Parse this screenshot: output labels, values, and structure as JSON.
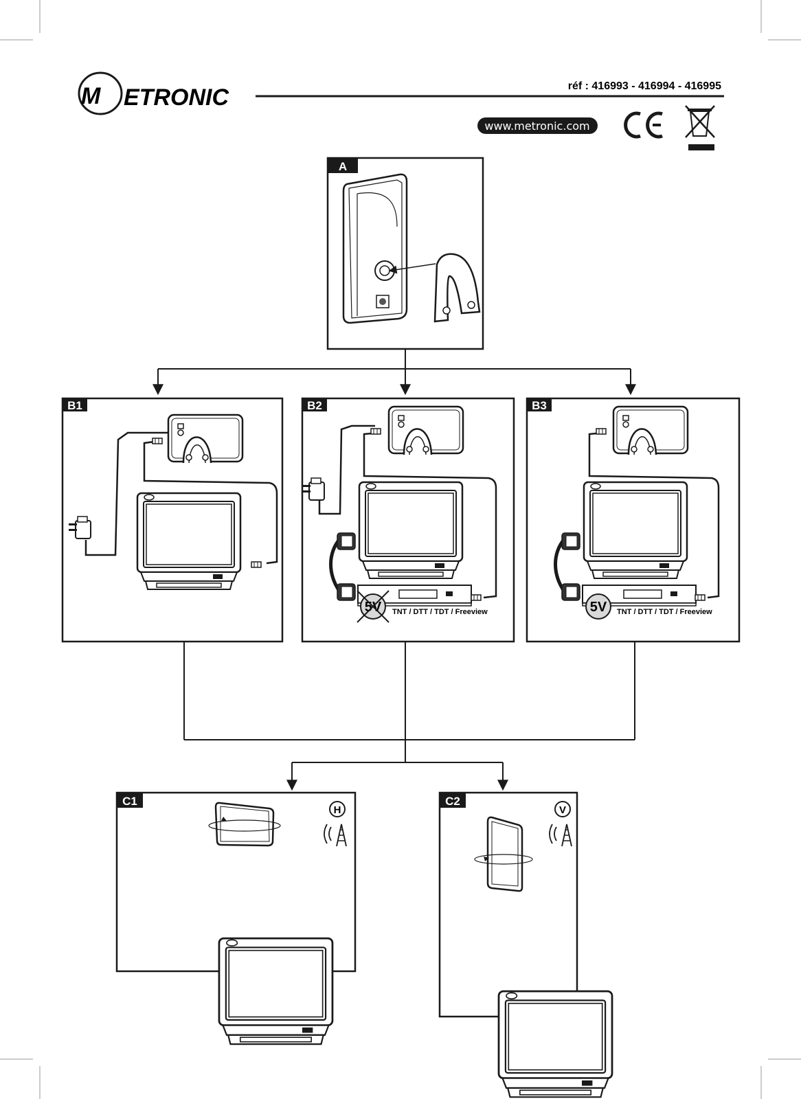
{
  "header": {
    "brand_initial": "M",
    "brand_rest": "ETRONIC",
    "ref": "réf : 416993 - 416994 - 416995",
    "website": "www.metronic.com",
    "ce_mark": "CE"
  },
  "panels": {
    "a": {
      "label": "A"
    },
    "b1": {
      "label": "B1"
    },
    "b2": {
      "label": "B2",
      "voltage": "5V",
      "caption": "TNT / DTT / TDT / Freeview"
    },
    "b3": {
      "label": "B3",
      "voltage": "5V",
      "caption": "TNT / DTT / TDT / Freeview"
    },
    "c1": {
      "label": "C1",
      "polarization": "H"
    },
    "c2": {
      "label": "C2",
      "polarization": "V"
    }
  },
  "colors": {
    "ink": "#1a1a1a",
    "badge": "#ffffff",
    "grey_fill": "#d9d9d9"
  }
}
